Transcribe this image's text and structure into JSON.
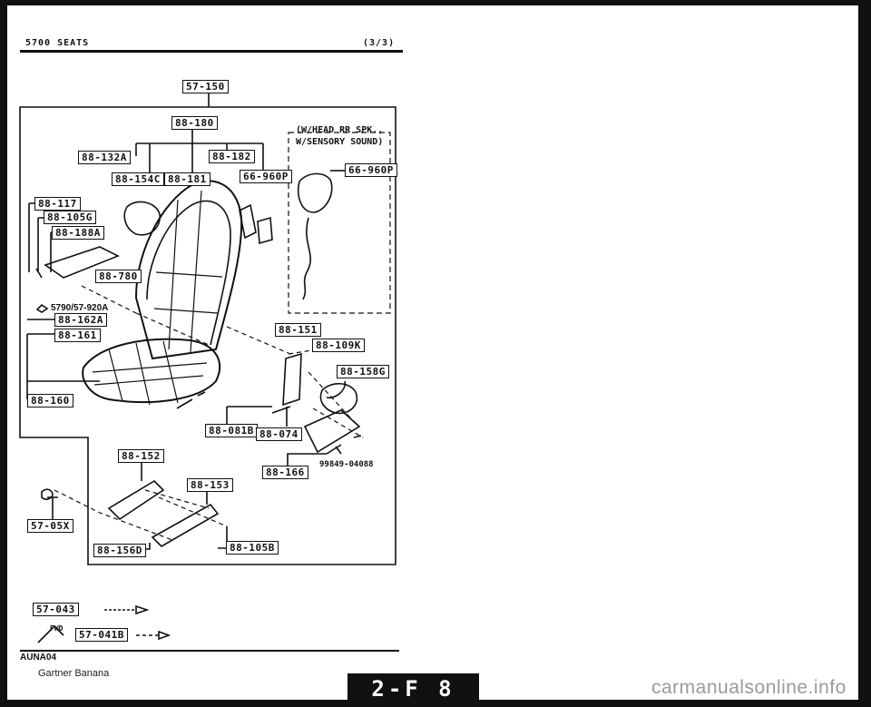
{
  "header": {
    "section": "5700  SEATS",
    "page_of": "(3/3)"
  },
  "parts": {
    "p57_150": "57-150",
    "p88_180": "88-180",
    "p88_132A": "88-132A",
    "p88_182": "88-182",
    "p88_154C": "88-154C",
    "p88_181": "88-181",
    "p66_960P_a": "66-960P",
    "p88_117": "88-117",
    "p88_105G": "88-105G",
    "p88_188A": "88-188A",
    "p88_780": "88-780",
    "p88_162A": "88-162A",
    "p88_161": "88-161",
    "p88_160": "88-160",
    "p88_151": "88-151",
    "p88_109K": "88-109K",
    "p88_158G": "88-158G",
    "p88_081B": "88-081B",
    "p88_074": "88-074",
    "p88_166": "88-166",
    "p88_152": "88-152",
    "p88_153": "88-153",
    "p57_05X": "57-05X",
    "p88_156D": "88-156D",
    "p88_105B": "88-105B",
    "p66_960P_b": "66-960P",
    "p57_043": "57-043",
    "p57_041B": "57-041B"
  },
  "labels": {
    "option_line1": "(W/HEAD RR SPK.,",
    "option_line2": "W/SENSORY SOUND)",
    "ref_5790": "5790/57-920A",
    "bolt_no": "99849-04088",
    "fwd": "FWD"
  },
  "footer": {
    "code": "AUNA04",
    "note": "Gartner Banana",
    "page_number": "2-F 8",
    "watermark": "carmanualsonline.info"
  },
  "icons": [
    "seat-drawing",
    "speaker-icon",
    "bolt-icon",
    "seat-rail-drawing",
    "recliner-drawing"
  ],
  "colors": {
    "ink": "#111111",
    "paper": "#ffffff",
    "watermark": "#9a9a9a"
  }
}
